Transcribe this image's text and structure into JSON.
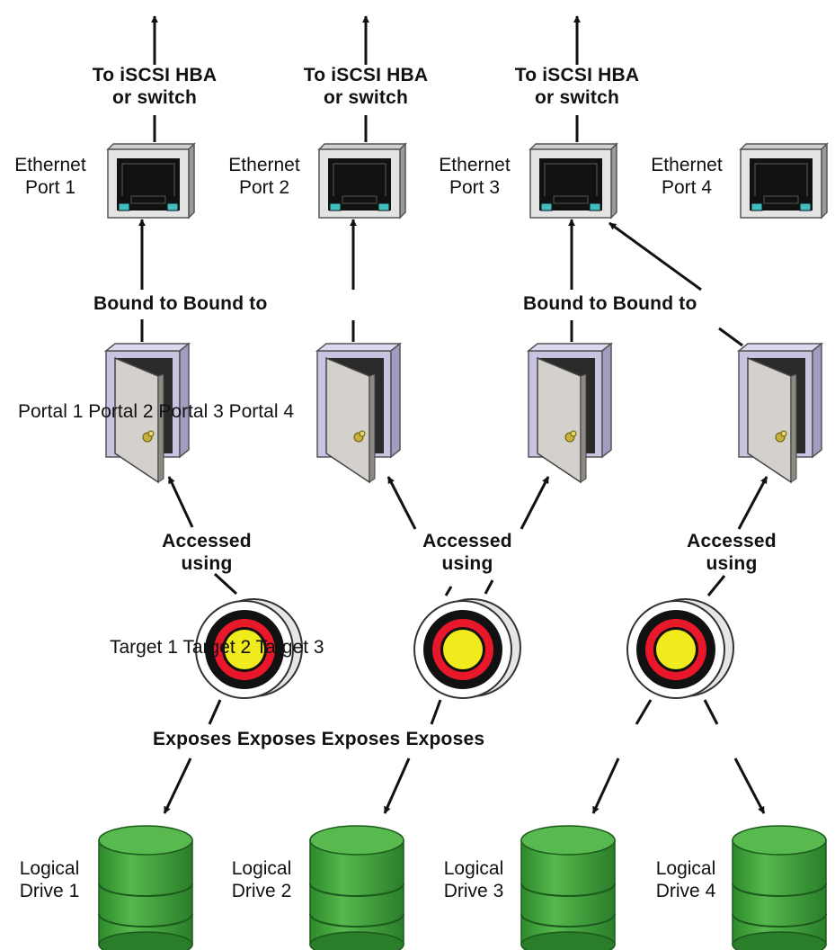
{
  "uplinks": [
    {
      "line1": "To iSCSI HBA",
      "line2": "or switch"
    },
    {
      "line1": "To iSCSI HBA",
      "line2": "or switch"
    },
    {
      "line1": "To iSCSI HBA",
      "line2": "or switch"
    }
  ],
  "ethernet_ports": [
    {
      "line1": "Ethernet",
      "line2": "Port 1"
    },
    {
      "line1": "Ethernet",
      "line2": "Port 2"
    },
    {
      "line1": "Ethernet",
      "line2": "Port 3"
    },
    {
      "line1": "Ethernet",
      "line2": "Port 4"
    }
  ],
  "bound_labels": [
    "Bound to Bound to",
    "Bound to Bound to"
  ],
  "portals_text": "Portal 1 Portal 2 Portal 3 Portal 4",
  "accessed_labels": [
    {
      "line1": "Accessed",
      "line2": "using"
    },
    {
      "line1": "Accessed",
      "line2": "using"
    },
    {
      "line1": "Accessed",
      "line2": "using"
    }
  ],
  "targets_text": "Target 1 Target 2 Target 3",
  "exposes_text": "Exposes Exposes Exposes Exposes",
  "logical_drives": [
    {
      "line1": "Logical",
      "line2": "Drive 1"
    },
    {
      "line1": "Logical",
      "line2": "Drive 2"
    },
    {
      "line1": "Logical",
      "line2": "Drive 3"
    },
    {
      "line1": "Logical",
      "line2": "Drive 4"
    }
  ],
  "colors": {
    "port_body": "#e4e4e4",
    "port_jack": "#111111",
    "port_led": "#3fbfbf",
    "door_frame": "#c9c3e2",
    "door_panel": "#d4d0cc",
    "door_knob": "#c8b13a",
    "target_red": "#e8182a",
    "target_black": "#111111",
    "target_yellow": "#f1ea1c",
    "drive_green": "#3fa63b",
    "drive_dark": "#2a7e2a"
  }
}
